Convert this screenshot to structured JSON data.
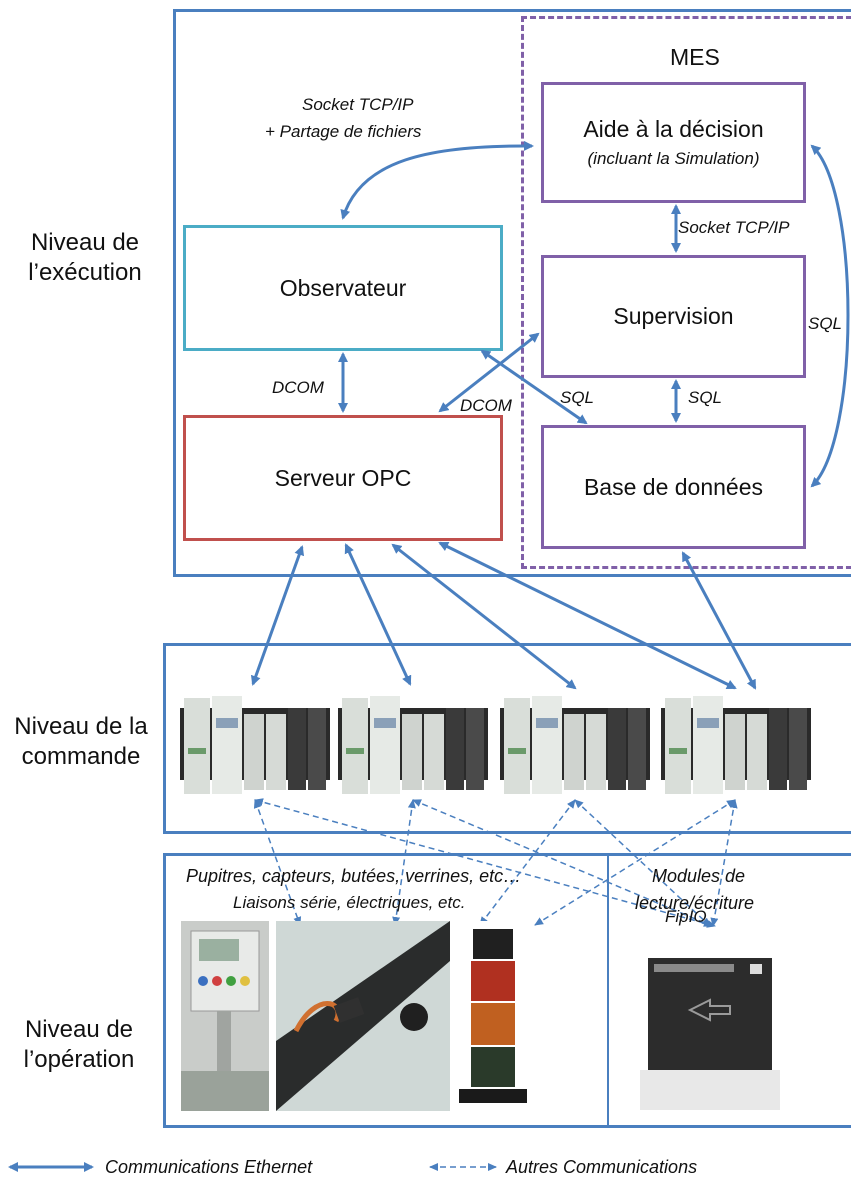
{
  "levels": {
    "execution": [
      "Niveau de",
      "l’exécution"
    ],
    "command": [
      "Niveau de la",
      "commande"
    ],
    "operation": [
      "Niveau de",
      "l’opération"
    ]
  },
  "mes": {
    "title": "MES"
  },
  "boxes": {
    "decision": {
      "title": "Aide à la décision",
      "subtitle": "(incluant la Simulation)"
    },
    "supervision": "Supervision",
    "database": "Base de données",
    "observer": "Observateur",
    "opc": "Serveur OPC"
  },
  "links": {
    "socket_files_1": "Socket TCP/IP",
    "socket_files_2": "+ Partage de fichiers",
    "socket_tcp": "Socket TCP/IP",
    "sql_right": "SQL",
    "sql_mid": "SQL",
    "sql_diag": "SQL",
    "dcom_left": "DCOM",
    "dcom_diag": "DCOM",
    "serial": "Liaisons série, électriques, etc.",
    "fipio": "FipIO"
  },
  "operation": {
    "devices_title": "Pupitres, capteurs, butées, verrines, etc…",
    "modules_title_1": "Modules de",
    "modules_title_2": "lecture/écriture"
  },
  "legend": {
    "ethernet": "Communications Ethernet",
    "other": "Autres Communications"
  },
  "colors": {
    "frame": "#4a7fbf",
    "arrow": "#4a7fbf",
    "mes": "#8060a8",
    "observer": "#4bacc6",
    "opc": "#c0504d"
  }
}
